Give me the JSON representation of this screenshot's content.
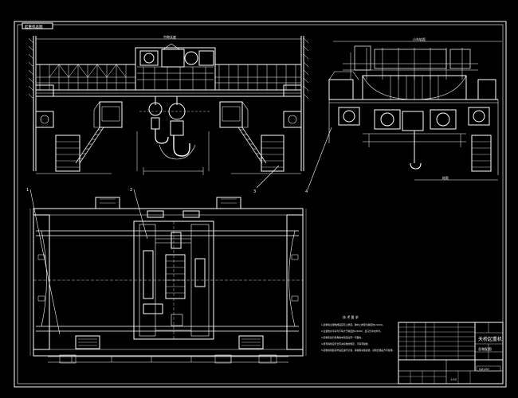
{
  "drawing": {
    "corner_tag": "起重机总图",
    "callouts": [
      "1",
      "2",
      "3",
      "4"
    ],
    "dim_text": {
      "front_top": "中跨长度",
      "side_top": "小车轨距",
      "side_bottom": "轮距"
    },
    "notes": {
      "heading": "技 术 要 求",
      "lines": [
        "1.起重机主梁制成后应有上拱度，跨中上拱度为跨度的1/1000。",
        "2.主梁的水平旁弯不得大于跨度的1/2000，且只允许向外弯。",
        "3.起重机运行机构的车轮应在同一平面内。",
        "4.所有焊缝应符合有关标准的规定，不得有裂纹。",
        "5.起重机组装完毕后应进行空载、静载和动载试验，试验合格后方可使用。"
      ]
    },
    "title_block": {
      "name_main": "天桥起重机",
      "name_sub": "总装配图",
      "drawing_no": "QZJ-00",
      "scale": "1:50"
    }
  },
  "colors": {
    "background": "#000000",
    "lines": "#ffffff",
    "frame": "#ffffff"
  }
}
